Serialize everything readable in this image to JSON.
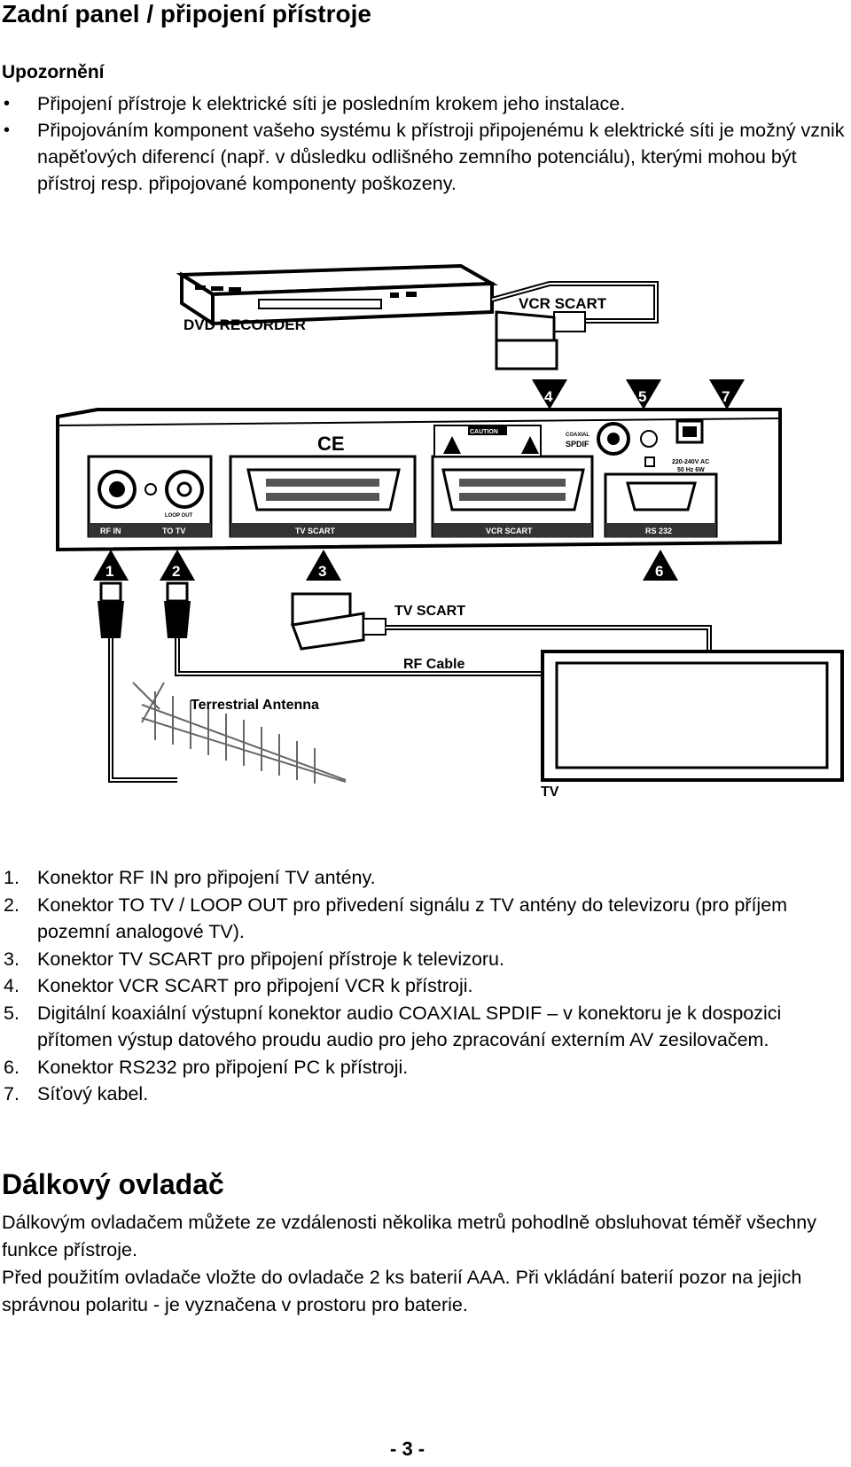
{
  "heading": "Zadní panel / připojení přístroje",
  "warning": {
    "title": "Upozornění",
    "items": [
      "Připojení přístroje k elektrické síti je posledním krokem jeho instalace.",
      "Připojováním komponent vašeho systému k přístroji připojenému k elektrické síti je možný vznik napěťových diferencí (např. v důsledku odlišného zemního potenciálu), kterými mohou být přístroj resp. připojované komponenty poškozeny."
    ]
  },
  "diagram": {
    "dvd_recorder": "DVD RECORDER",
    "vcr_scart_cable": "VCR SCART",
    "tv_scart_cable": "TV SCART",
    "rf_cable": "RF Cable",
    "antenna": "Terrestrial Antenna",
    "tv": "TV",
    "panel": {
      "rf_in": "RF IN",
      "to_tv": "TO TV",
      "loop_out": "LOOP OUT",
      "tv_scart": "TV SCART",
      "vcr_scart": "VCR SCART",
      "rs232": "RS 232",
      "caution": "CAUTION",
      "coaxial": "COAXIAL",
      "spdif": "SPDIF",
      "power_rating_1": "220-240V AC",
      "power_rating_2": "50 Hz 6W",
      "ce_mark": "CE"
    },
    "markers": [
      "1",
      "2",
      "3",
      "4",
      "5",
      "6",
      "7"
    ]
  },
  "connectors": [
    {
      "num": "1.",
      "text": "Konektor RF IN pro připojení TV antény."
    },
    {
      "num": "2.",
      "text": "Konektor TO TV / LOOP OUT pro přivedení signálu z TV antény do televizoru (pro příjem pozemní analogové TV)."
    },
    {
      "num": "3.",
      "text": "Konektor TV SCART pro připojení přístroje k televizoru."
    },
    {
      "num": "4.",
      "text": "Konektor VCR SCART pro připojení VCR k přístroji."
    },
    {
      "num": "5.",
      "text": "Digitální koaxiální výstupní konektor audio COAXIAL SPDIF – v konektoru je k dospozici přítomen výstup datového proudu audio pro jeho zpracování externím AV zesilovačem."
    },
    {
      "num": "6.",
      "text": "Konektor RS232 pro připojení PC k přístroji."
    },
    {
      "num": "7.",
      "text": "Síťový kabel."
    }
  ],
  "remote": {
    "heading": "Dálkový ovladač",
    "paragraph1": "Dálkovým ovladačem můžete ze vzdálenosti několika metrů pohodlně obsluhovat téměř všechny funkce přístroje.",
    "paragraph2": "Před použitím ovladače vložte do ovladače 2 ks baterií AAA. Při vkládání baterií pozor na jejich správnou polaritu - je vyznačena v prostoru pro baterie."
  },
  "page_number": "- 3 -"
}
